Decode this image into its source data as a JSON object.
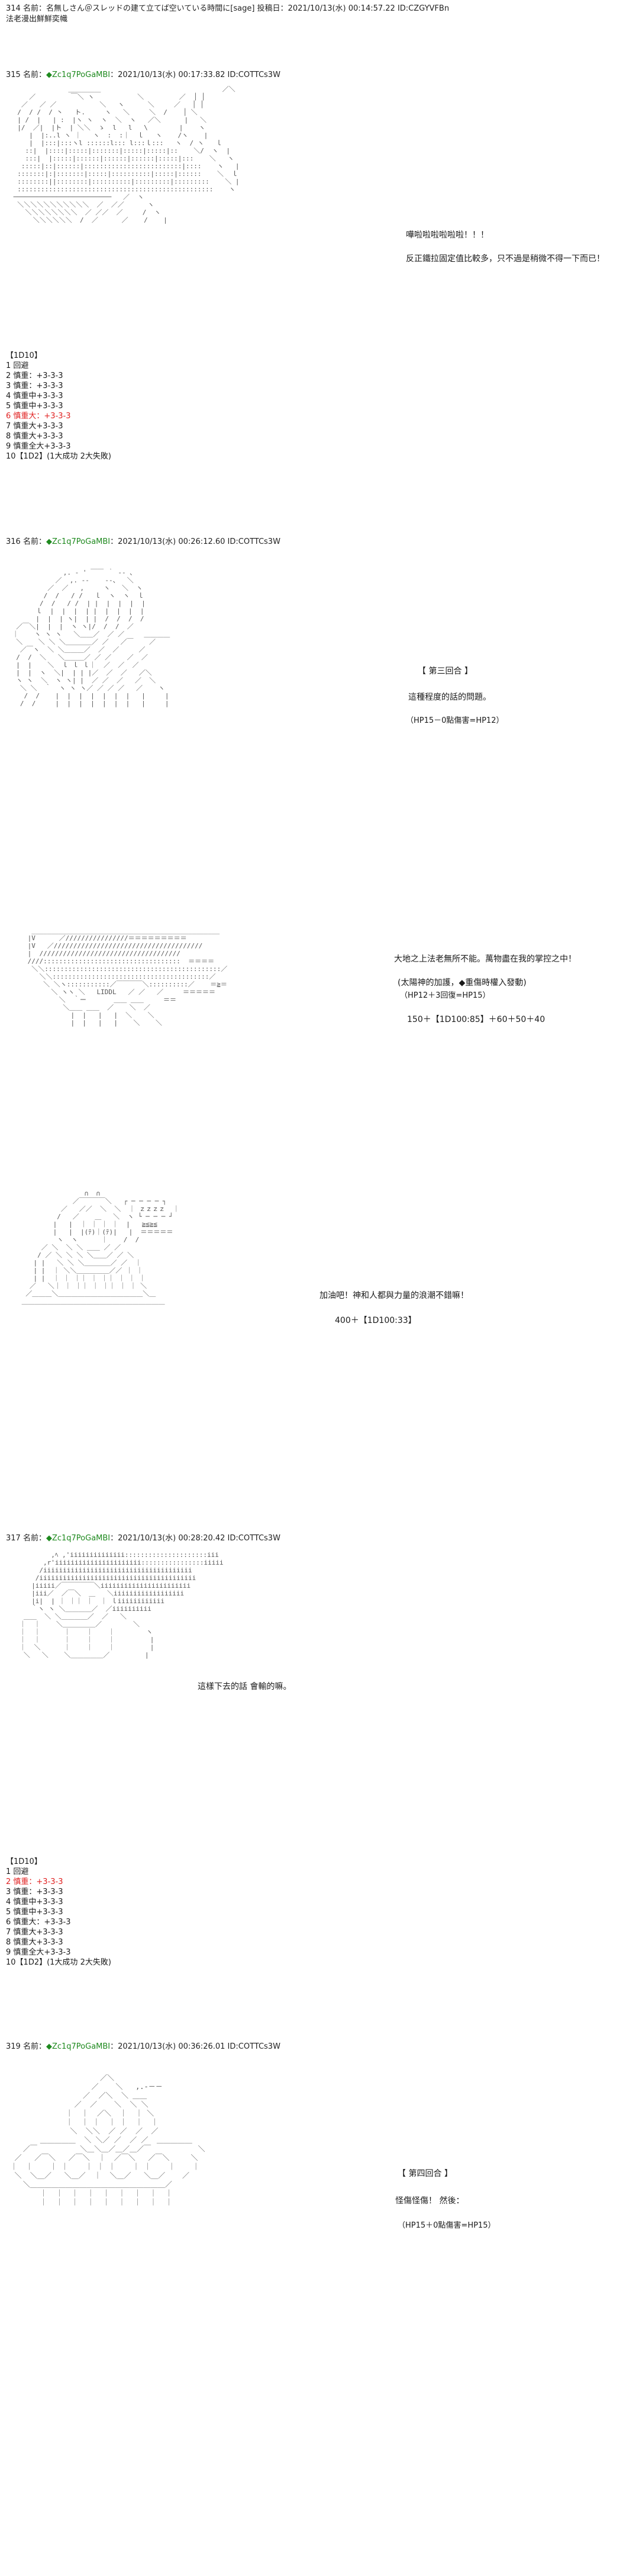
{
  "post314": {
    "header": "314 名前：名無しさん＠スレッドの建て立てば空いている時間に[sage] 投稿日：2021/10/13(水) 00:14:57.22 ID:CZGYVFBn",
    "body": "法老漫出鮮鮮奕幟"
  },
  "post315": {
    "header_pre": "315 名前：",
    "trip": "◆Zc1q7PoGaMBI",
    "header_post": "：2021/10/13(水) 00:17:33.82 ID:COTTCs3W",
    "notes": [
      "嘩啦啦啦啦啦啦！！！",
      "反正鐵拉固定值比較多，只不過是稍微不得一下而已！"
    ],
    "list_title": "【1D10】",
    "list": [
      "1 回避",
      "2 慎重：+3-3-3",
      "3 慎重：+3-3-3",
      "4 慎重中+3-3-3",
      "5 慎重中+3-3-3",
      "6 慎重大：+3-3-3",
      "7 慎重大+3-3-3",
      "8 慎重大+3-3-3",
      "9 慎重全大+3-3-3",
      "10【1D2】(1大成功 2大失敗)"
    ]
  },
  "post316": {
    "header_pre": "316 名前：",
    "trip": "◆Zc1q7PoGaMBI",
    "header_post": "：2021/10/13(水) 00:26:12.60 ID:COTTCs3W",
    "block1": [
      "【 第三回合 】",
      "這種程度的話的問題。",
      "（HP15－0點傷害=HP12）"
    ],
    "block2": [
      "大地之上法老無所不能。萬物盡在我的掌控之中！",
      "(太陽神的加護，◆重傷時權入發動)",
      "（HP12＋3回復=HP15）",
      "150＋【1D100:85】＋60＋50＋40"
    ],
    "block3": [
      "加油吧！神和人都與力量的浪潮不錯嘛！",
      "400＋【1D100:33】"
    ]
  },
  "post317": {
    "header_pre": "317 名前：",
    "trip": "◆Zc1q7PoGaMBI",
    "header_post": "：2021/10/13(水) 00:28:20.42 ID:COTTCs3W",
    "note": "這樣下去的話 會輸的嘛。",
    "list_title": "【1D10】",
    "list": [
      "1 回避",
      "2 慎重：+3-3-3",
      "3 慎重：+3-3-3",
      "4 慎重中+3-3-3",
      "5 慎重中+3-3-3",
      "6 慎重大：+3-3-3",
      "7 慎重大+3-3-3",
      "8 慎重大+3-3-3",
      "9 慎重全大+3-3-3",
      "10【1D2】(1大成功 2大失敗)"
    ]
  },
  "post319": {
    "header_pre": "319 名前：",
    "trip": "◆Zc1q7PoGaMBI",
    "header_post": "：2021/10/13(水) 00:36:26.01 ID:COTTCs3W",
    "notes": [
      "【 第四回合 】",
      "怪傷怪傷！ 然後：",
      "（HP15＋0點傷害=HP15）"
    ]
  },
  "aa": {
    "a1": "               ＿＿＿＿＿                               ／＼\n     ／         ￣＼ ヽ           ＼         ／  │ │\n   ／   ／ ／           ＼   ヽ      ＼     ／   │ │\n  /  / /  / 丶   ト.     ヽ   ＼     ＼  /    │ ＼\n  | /  |   | :  |ヽ ヽ  ヽ  ＼  ヽ   ／＼      |   ＼\n  |/  ／|  |ト  | ＼＼  ゝ  l   l   \\        |    ヽ\n     |  |:..l ヽ ｜   ヽ  :  :｜  ｌ   ヽ    /ヽ    |\n     |  |:::|:::ヽl ::::::l::: l:::ｌ:::   ヽ  / ヽ   ｌ\n    ::|  |::::|:::::|:::::::|:::::|:::::|::    ＼/  ヽ  |\n    :::|  |:::::|::::::|::::::|::::::|:::::|:::    ＼   ヽ\n   :::::|::|::::::|:::::::::::::::::::::::::|::::    ヽ   |\n  :::::::|:|:::::::|:::::|::::::::::|:::::|::::::    ＼  ｌ\n  ::::::::||::::::::|::::::::::|:::::::::|:::::::::    ＼ |\n  ::::::::::::::::::::::::::::::::::::::::::::::::::    ヽ\n ─────────────────────────   ／  ヽ\n  ＼＼＼＼＼＼＼＼＼＼＼  ／  ／／      ヽ\n    ＼＼＼＼＼＼＼＼  ／ ／／  ／     /  ヽ\n      ＼＼＼＼＼＼  /  ／      ／    /    |",
    "a2": "              ,. ‐ ' ￣￣ ｀ ‐- 、\n            ／  ,. -‐    ‐-、  ＼\n          ／  ／   ,     ヽ   ＼  ヽ\n         /  /   / /   ｌ  ヽ  ヽ  ｌ\n        /  /   / /  | |  |  |  |  |\n       ｌ  |  |  |  | |  |  |  |  |\n       |  |  | ヽ|  | |  /  /  /  /\n  ／￣＼|  |  |  ヽ ヽ|/  /  /  ／\n ｜    ヽ ヽ ヽ   ＼＿＿／  ／ ／     ＿＿＿＿\n  ＼    ＼ ＼ ＼＿＿＿＿／ ／   ／￣    ／\n   ／￣ヽ  ＼ ＼＿＿＿／  ／  ／     ／\n  /  /  ＼   ＼＿＿＿／ ／ ／    ／  ／\n  |  |    ＼  ｌ ｌ ｌ｜  ／  ／  ／\n  |  |  ヽ  ＼|  | | |／  ／  ／   ／＼\n  ヽ ヽ  ＼  ヽ ヽ| |  ／ ／  ／   ／  ＼\n   ＼ ＼  ｀  ヽ ヽ ヽ／ ／ ／ ／   ／    ヽ\n    /  /    |  |  |  |  |  |  |   |     |\n   /  /     |  |  |  |  |  |  |   |     |",
    "a3": "  ________________________________________________\n |V      ／////////////////＝＝＝＝＝＝＝＝＝\n |V   ／//////////////////////////////////////\n |  ////////////////////////////////////  \n ////:::::::::::::::::::::::::::::::::::  ＝＝＝＝\n  ＼＼:::::::::::::::::::::::::::::::::::::::::::::／\n    ＼＼::::::::::::::::::::::::::::::::::::::::／\n     ＼ ＼ヽ:::::::::::／￣￣￣￣＼::::::::::／    ＝≧＝\n       ＼ ヽヽ ＼   LIDDL   ／ ／   ／     ＝＝＝＝＝\n         ＼  ｀ー       ＿＿ ＿＿     ＝＝\n          ＼＿＿ ＿＿  ／    ＼  ／\n            |  |   |   |  ＼    ＼\n            |  |   |   |    ＼    ＼",
    "a4": "                 ∩  ∩\n              ／￣￣￣￣＼   ┌ ─ ─ ─ ─ ┐\n           ／   ／／  ＼  ＼  ｜ ｚｚｚｚ  ｜\n          /   ／    ＿   ＼  ヽ └ ─ ─ ─ ┘\n         |   |  ｜ ｜ ｜ ｜  |   ≧≦≧≦\n         |   |  |(ﾃ)｜(ﾃ)|   |  ＝＝＝＝＝\n          ヽ  ヽ      ｜    /  /\n      ／ ＼  ＼ ＼ ＿＿ ／ ／\n     / ／ ＼ ＼ ＼ ＼＿＿／ ／ ＼\n    | |   ＼ ＼ ＼＿＿＿＿／ ／  ｜\n    | |  ｜ ＼＼＿＿＿＿＿／／ ｜ ｜\n    | |  ｜ ｜ ｜｜ ｜ ｜｜ ｜ ｜ ｜\n   ／   ＼｜ ｜ ｜｜ ｜ ｜｜ ｜ ｜ ＼\n  ／＿＿＿＼＿＿＿＿＿＿＿＿＿＿＿＿＿＼＿\n ＿＿＿＿＿＿＿＿＿＿＿＿＿＿＿＿＿＿＿＿＿＿",
    "a5": "          ,ﾍ ,'iiiiiiiiiiiiii:::::::::::::::::::::iii\n        ,r'iiiiiiiiiiiiiiiiiiiiii::::::::::::::::iiiii\n       /iiiiiiiiiiiiiiiiiiiiiiiiiiiiiiiiiiiiii\n      /iiiiiiiiiiiiiiiiiiiiiiiiiiiiiiiiiiiiiiii\n     |iiiii／￣￣￣￣￣＼iiiiiiiiiiiiiiiiiiiiiii\n     |iii／  ／￣＼  ＿   ＼iiiiiiiiiiiiiiiiii\n     |i|  | ｜ ｜｜ ｜  ｜ ｌiiiiiiiiiiii\n     ｀ヽ ヽ ＼＿＿＿＿／  ／iiiiiiiiii\n   ＿＿  ＼ ＼＿＿＿＿／  ／   ＼\n  ｜  ｜    ＼＿＿＿＿＿／        ＼\n  ｜  ｜      ｜    ｜    ｜        ヽ\n  ｜  ｜      ｜    ｜    ｜         |\n  ｜  ＼      ｜    ｜    ｜         |\n   ＼   ＼    ＼＿＿＿＿＿／         |",
    "a6": "                      ／＼\n                    ／    ＼   ,.-－－\n                  ／  ／＼  ＼ ＿＿\n                ／  ／    ＼  ＼ ＼\n              ｜  ｜  ／＼  ｜  ｜ ＼\n              ｜  ｜ ｜  ｜ ｜  ｜  ｜\n               ＼  ＼＼  ／ ／  ／  ／\n        ＿＿＿＿＿  ＼ ＼／ ／  ／ ／  ＿＿＿＿＿\n    ／￣          ＼＿＼＿／＿／＿／￣           ＼\n  ／   ／￣＼   ／￣＼  ｜  ／￣＼   ／￣＼     ＼\n ｜  ｜    ｜ ｜    ｜ ｜ ｜    ｜ ｜    ｜    ｜\n  ＼  ＼＿／   ＼＿／  ｜  ＼＿／   ＼＿／    ／\n    ＼＿＿＿＿＿＿＿＿＿＿＿＿＿＿＿＿＿＿＿／\n        ｜  ｜  ｜  ｜  ｜  ｜  ｜  ｜  ｜\n        ｜  ｜  ｜  ｜  ｜  ｜  ｜  ｜  ｜"
  }
}
